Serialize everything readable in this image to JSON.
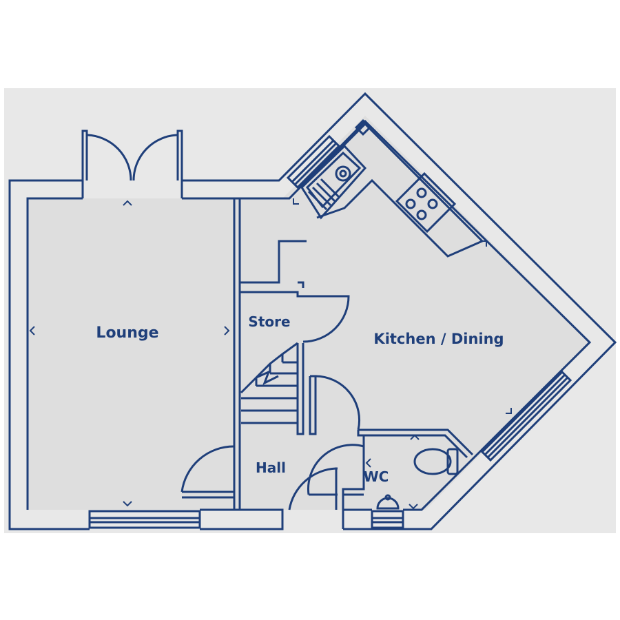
{
  "colors": {
    "wall": "#1f3f7a",
    "floor": "#dedede",
    "background": "#e8e8e8",
    "page": "#ffffff"
  },
  "rooms": {
    "lounge": "Lounge",
    "store": "Store",
    "kitchen_dining": "Kitchen / Dining",
    "hall": "Hall",
    "wc": "WC"
  },
  "icons": [
    "hob-icon",
    "sink-icon",
    "toilet-icon",
    "basin-icon",
    "stairs-icon",
    "dimension-marker-icon"
  ]
}
